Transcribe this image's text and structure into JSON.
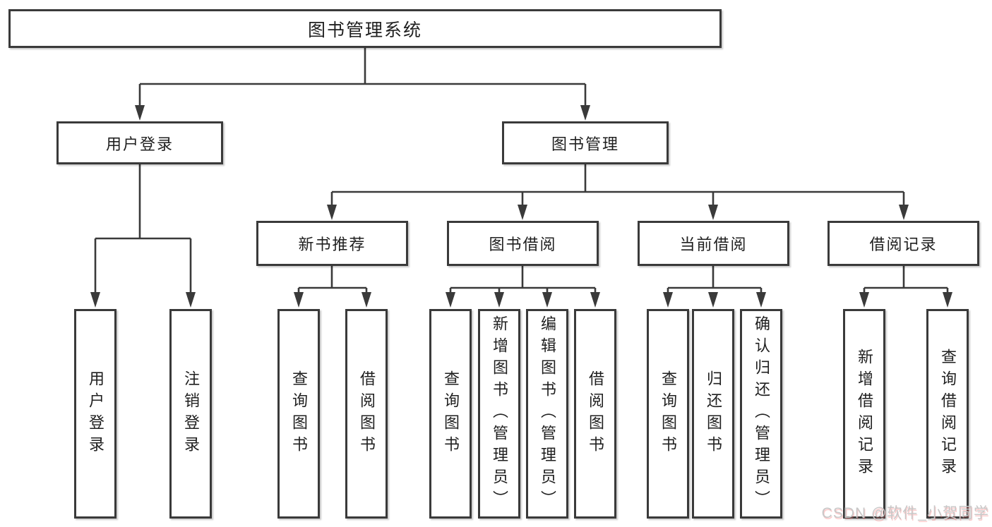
{
  "diagram": {
    "root": "图书管理系统",
    "level2": [
      "用户登录",
      "图书管理"
    ],
    "level3": [
      "新书推荐",
      "图书借阅",
      "当前借阅",
      "借阅记录"
    ],
    "leaves": {
      "userLogin": [
        "用户登录",
        "注销登录"
      ],
      "newBook": [
        "查询图书",
        "借阅图书"
      ],
      "bookBorrow": [
        "查询图书",
        "新增图书（管理员）",
        "编辑图书（管理员）",
        "借阅图书"
      ],
      "currentBorrow": [
        "查询图书",
        "归还图书",
        "确认归还（管理员）"
      ],
      "borrowRecords": [
        "新增借阅记录",
        "查询借阅记录"
      ]
    }
  },
  "colors": {
    "line": "#3a3a3a",
    "box_border": "#3a3a3a",
    "background": "#ffffff",
    "text": "#1f1f1f",
    "watermark": "#c8c8c8"
  },
  "watermark": {
    "text": "CSDN @软件_小贺同学"
  }
}
